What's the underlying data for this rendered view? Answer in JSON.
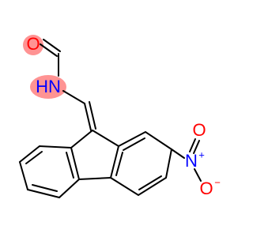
{
  "molecule": {
    "atoms": {
      "carbonyl_oxygen": {
        "label": "O",
        "color": "#ff0000",
        "highlight": "#ff8080"
      },
      "amide_nitrogen": {
        "label": "HN",
        "color": "#0000ff",
        "highlight": "#ff8080"
      },
      "nitro_nitrogen": {
        "label": "N",
        "color": "#0000ff",
        "charge": "+"
      },
      "nitro_oxygen_double": {
        "label": "O",
        "color": "#ff0000"
      },
      "nitro_oxygen_single": {
        "label": "O",
        "color": "#ff0000",
        "charge": "−"
      }
    }
  }
}
